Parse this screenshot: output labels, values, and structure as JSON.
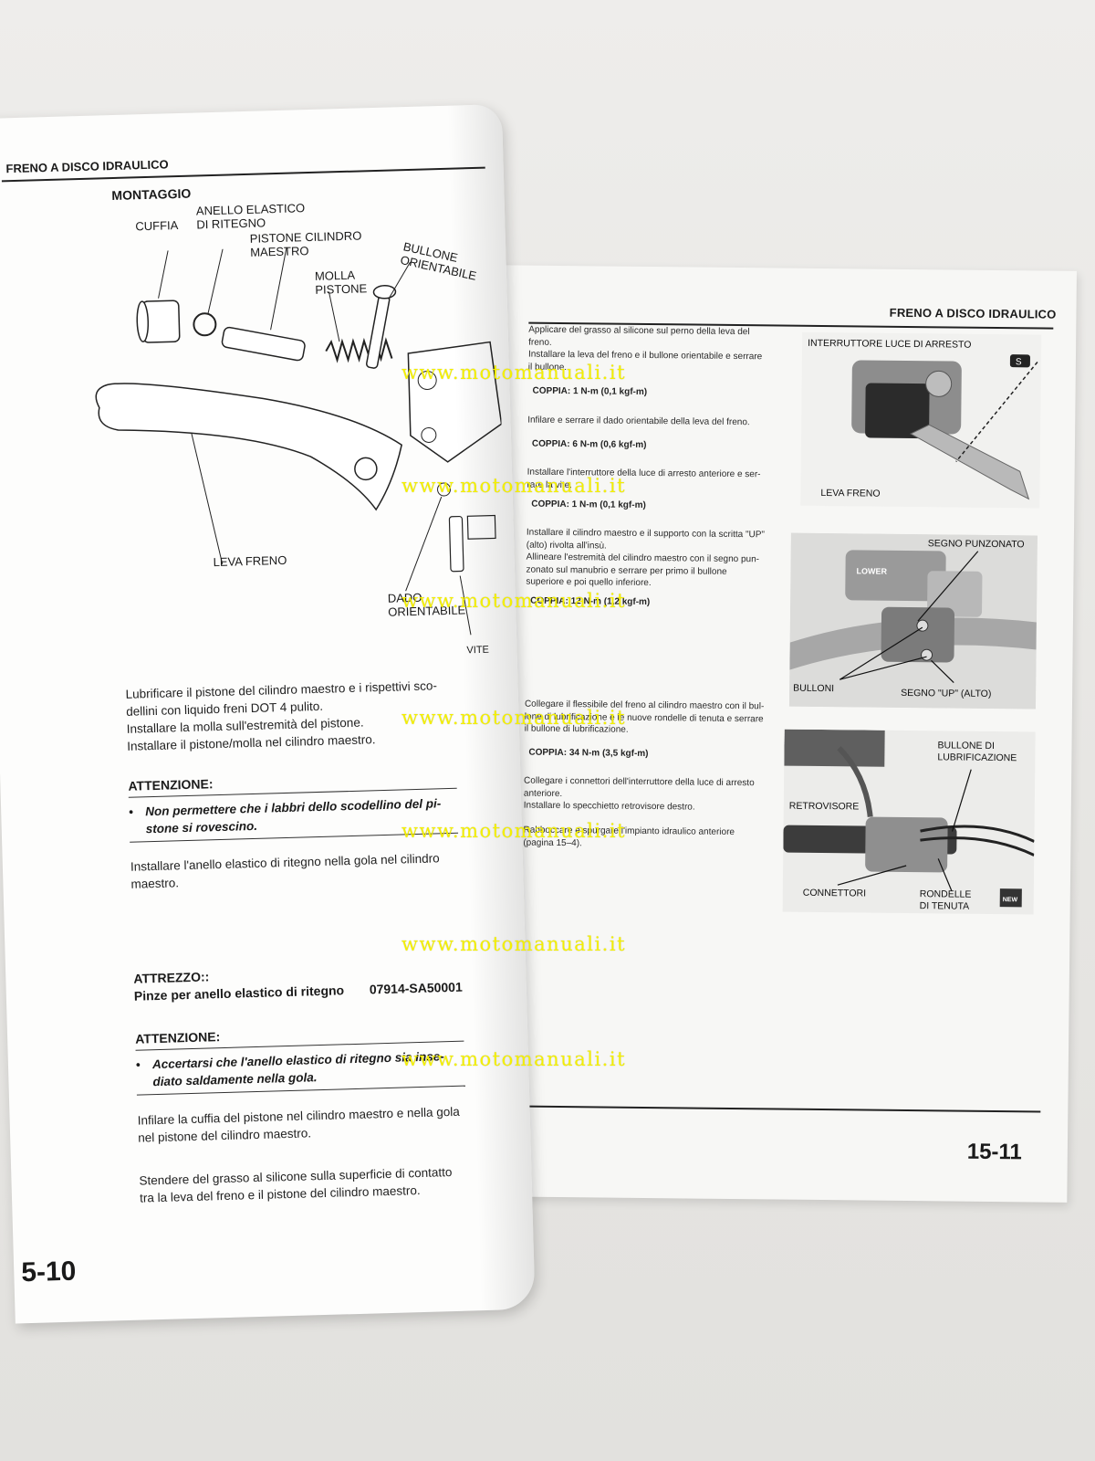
{
  "left_page": {
    "header_title": "FRENO A DISCO IDRAULICO",
    "section_title": "MONTAGGIO",
    "diagram_labels": {
      "cuffia": "CUFFIA",
      "anello_line1": "ANELLO ELASTICO",
      "anello_line2": "DI RITEGNO",
      "pistone_line1": "PISTONE CILINDRO",
      "pistone_line2": "MAESTRO",
      "molla_line1": "MOLLA",
      "molla_line2": "PISTONE",
      "bullone_line1": "BULLONE",
      "bullone_line2": "ORIENTABILE",
      "leva_freno": "LEVA FRENO",
      "dado_line1": "DADO",
      "dado_line2": "ORIENTABILE",
      "vite": "VITE"
    },
    "body": {
      "p1_line1": "Lubrificare il pistone del cilindro maestro e i rispettivi sco-",
      "p1_line2": "dellini con liquido freni DOT 4 pulito.",
      "p1_line3": "Installare la molla sull'estremità del pistone.",
      "p1_line4": "Installare il pistone/molla nel cilindro maestro.",
      "attention1_title": "ATTENZIONE:",
      "attention1_line1": "Non permettere che i labbri dello scodellino del pi-",
      "attention1_line2": "stone si rovescino.",
      "p2_line1": "Installare l'anello elastico di ritegno nella gola nel cilindro",
      "p2_line2": "maestro.",
      "tool_title": "ATTREZZO::",
      "tool_name": "Pinze per anello elastico di ritegno",
      "tool_code": "07914-SA50001",
      "attention2_title": "ATTENZIONE:",
      "attention2_line1": "Accertarsi che l'anello elastico di ritegno sia inse-",
      "attention2_line2": "diato saldamente nella gola.",
      "p3_line1": "Infilare la cuffia del pistone nel cilindro maestro e nella gola",
      "p3_line2": "nel pistone del cilindro maestro.",
      "p4_line1": "Stendere del grasso al silicone sulla superficie di contatto",
      "p4_line2": "tra la leva del freno e il pistone del cilindro maestro."
    },
    "page_number": "5-10"
  },
  "right_page": {
    "header_title": "FRENO A DISCO IDRAULICO",
    "text": {
      "t1_line1": "Applicare del grasso al silicone sul perno della leva del",
      "t1_line2": "freno.",
      "t1_line3": "Installare la leva del freno e il bullone orientabile e serrare",
      "t1_line4": "il bullone.",
      "torque1": "COPPIA: 1 N-m (0,1 kgf-m)",
      "t2_line1": "Infilare e serrare il dado orientabile della leva del freno.",
      "torque2": "COPPIA: 6 N-m (0,6 kgf-m)",
      "t3_line1": "Installare l'interruttore della luce di arresto anteriore e ser-",
      "t3_line2": "rare la vite.",
      "torque3": "COPPIA: 1 N-m (0,1 kgf-m)",
      "t4_line1": "Installare il cilindro maestro e il supporto con la scritta \"UP\"",
      "t4_line2": "(alto) rivolta all'insù.",
      "t4_line3": "Allineare l'estremità del cilindro maestro con il segno pun-",
      "t4_line4": "zonato sul manubrio e serrare per primo il bullone",
      "t4_line5": "superiore e poi quello inferiore.",
      "torque4": "COPPIA: 12 N-m (1,2 kgf-m)",
      "t5_line1": "Collegare il flessibile del freno al cilindro maestro con il bul-",
      "t5_line2": "lone di lubrificazione e le nuove rondelle di tenuta e serrare",
      "t5_line3": "il bullone di lubrificazione.",
      "torque5": "COPPIA: 34 N-m (3,5 kgf-m)",
      "t6_line1": "Collegare i connettori dell'interruttore della luce di arresto",
      "t6_line2": "anteriore.",
      "t6_line3": "Installare lo specchietto retrovisore destro.",
      "t7_line1": "Rabboccare e spurgare l'impianto idraulico anteriore",
      "t7_line2": "(pagina 15–4)."
    },
    "photo1": {
      "label_switch": "INTERRUTTORE LUCE DI ARRESTO",
      "label_lever": "LEVA FRENO"
    },
    "photo2": {
      "label_punch": "SEGNO PUNZONATO",
      "label_bolts": "BULLONI",
      "label_up": "SEGNO \"UP\" (ALTO)",
      "badge": "LOWER"
    },
    "photo3": {
      "label_bolt_line1": "BULLONE DI",
      "label_bolt_line2": "LUBRIFICAZIONE",
      "label_mirror": "RETROVISORE",
      "label_connectors": "CONNETTORI",
      "label_washers_line1": "RONDELLE",
      "label_washers_line2": "DI TENUTA",
      "new_badge": "NEW"
    },
    "page_number": "15-11"
  },
  "watermark": "www.motomanuali.it"
}
